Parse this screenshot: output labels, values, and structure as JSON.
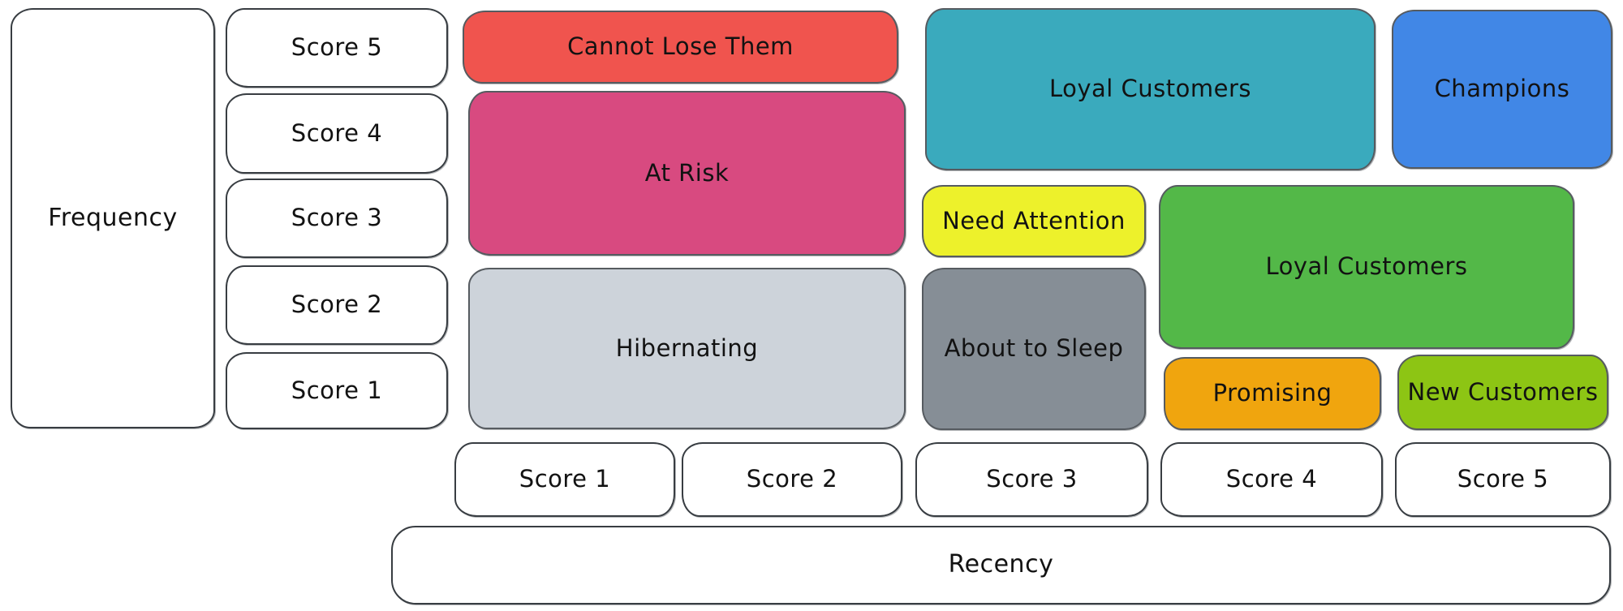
{
  "diagram": {
    "y_axis": {
      "label": "Frequency",
      "scores": [
        "Score 5",
        "Score 4",
        "Score 3",
        "Score 2",
        "Score 1"
      ]
    },
    "x_axis": {
      "label": "Recency",
      "scores": [
        "Score 1",
        "Score 2",
        "Score 3",
        "Score 4",
        "Score 5"
      ]
    },
    "segments": {
      "cannot_lose_them": {
        "label": "Cannot Lose Them",
        "color": "#f0544e"
      },
      "at_risk": {
        "label": "At Risk",
        "color": "#d84a80"
      },
      "hibernating": {
        "label": "Hibernating",
        "color": "#cdd3da"
      },
      "loyal_customers_top": {
        "label": "Loyal Customers",
        "color": "#3aaabd"
      },
      "champions": {
        "label": "Champions",
        "color": "#4187e6"
      },
      "need_attention": {
        "label": "Need Attention",
        "color": "#edf12b"
      },
      "about_to_sleep": {
        "label": "About to Sleep",
        "color": "#868e96"
      },
      "loyal_customers_mid": {
        "label": "Loyal Customers",
        "color": "#53b848"
      },
      "promising": {
        "label": "Promising",
        "color": "#f0a50e"
      },
      "new_customers": {
        "label": "New Customers",
        "color": "#8dc514"
      }
    }
  }
}
